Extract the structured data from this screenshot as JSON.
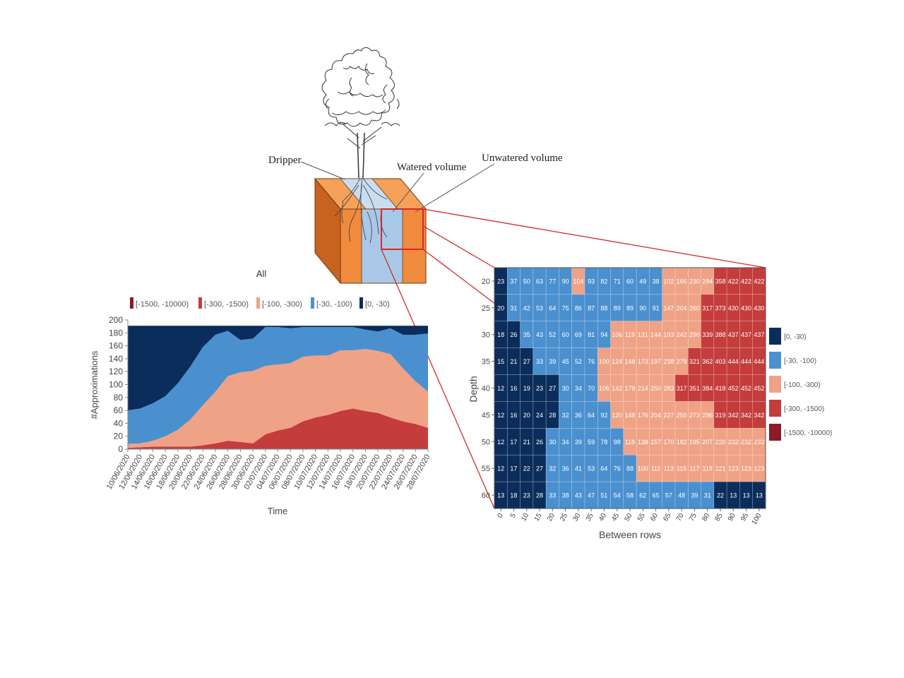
{
  "diagram": {
    "labels": {
      "dripper": "Dripper",
      "watered": "Watered volume",
      "unwatered": "Unwatered volume"
    },
    "colors": {
      "soil_orange": "#f08a3c",
      "soil_dark": "#c8621f",
      "soil_top": "#f5a15a",
      "watered_blue": "#a9c8e8",
      "watered_top": "#c9ddf2",
      "zoom_red": "#d42a2a"
    }
  },
  "chart_data": [
    {
      "type": "area",
      "stacked": true,
      "title": "All",
      "xlabel": "Time",
      "ylabel": "#Approximations",
      "ylim": [
        0,
        200
      ],
      "yticks": [
        0,
        20,
        40,
        60,
        80,
        100,
        120,
        140,
        160,
        180,
        200
      ],
      "grid": false,
      "legend_position": "top",
      "x_tick_labels": [
        "10/06/2020",
        "12/06/2020",
        "14/06/2020",
        "16/06/2020",
        "18/06/2020",
        "20/06/2020",
        "22/06/2020",
        "24/06/2020",
        "26/06/2020",
        "28/06/2020",
        "30/06/2020",
        "02/07/2020",
        "04/07/2020",
        "06/07/2020",
        "08/07/2020",
        "10/07/2020",
        "12/07/2020",
        "14/07/2020",
        "16/07/2020",
        "18/07/2020",
        "20/07/2020",
        "22/07/2020",
        "24/07/2020",
        "26/07/2020",
        "28/07/2020"
      ],
      "x": [
        "10/06/2020",
        "12/06/2020",
        "14/06/2020",
        "16/06/2020",
        "18/06/2020",
        "20/06/2020",
        "22/06/2020",
        "24/06/2020",
        "26/06/2020",
        "28/06/2020",
        "30/06/2020",
        "02/07/2020",
        "04/07/2020",
        "06/07/2020",
        "08/07/2020",
        "10/07/2020",
        "12/07/2020",
        "14/07/2020",
        "16/07/2020",
        "18/07/2020",
        "20/07/2020",
        "22/07/2020",
        "24/07/2020",
        "26/07/2020",
        "28/07/2020"
      ],
      "series": [
        {
          "name": "[-1500, -10000)",
          "color": "#8b1a2b",
          "values": [
            1,
            1,
            1,
            1,
            1,
            1,
            1,
            1,
            1,
            1,
            1,
            1,
            1,
            1,
            1,
            1,
            1,
            1,
            1,
            1,
            1,
            1,
            1,
            1,
            1
          ]
        },
        {
          "name": "[-300, -1500)",
          "color": "#c43c3c",
          "values": [
            1,
            2,
            3,
            3,
            3,
            3,
            5,
            8,
            12,
            10,
            8,
            22,
            28,
            32,
            42,
            48,
            52,
            58,
            62,
            58,
            55,
            48,
            42,
            38,
            32
          ]
        },
        {
          "name": "[-100, -300)",
          "color": "#f0a286",
          "values": [
            6,
            6,
            9,
            16,
            26,
            42,
            62,
            80,
            100,
            108,
            112,
            106,
            102,
            100,
            100,
            96,
            92,
            94,
            90,
            96,
            96,
            98,
            82,
            66,
            56
          ]
        },
        {
          "name": "[-30, -100)",
          "color": "#4a90cf",
          "values": [
            52,
            54,
            58,
            62,
            72,
            82,
            90,
            88,
            70,
            50,
            50,
            60,
            58,
            54,
            46,
            44,
            44,
            36,
            36,
            30,
            30,
            40,
            52,
            72,
            90
          ]
        },
        {
          "name": "[0, -30)",
          "color": "#0b2d5b",
          "values": [
            131,
            128,
            120,
            109,
            89,
            63,
            33,
            14,
            8,
            22,
            20,
            2,
            2,
            4,
            2,
            2,
            2,
            2,
            2,
            6,
            9,
            4,
            14,
            14,
            12
          ]
        }
      ]
    },
    {
      "type": "heatmap",
      "xlabel": "Between rows",
      "ylabel": "Depth",
      "x": [
        0,
        5,
        10,
        15,
        20,
        25,
        30,
        35,
        40,
        45,
        50,
        55,
        60,
        65,
        70,
        75,
        80,
        85,
        90,
        95,
        100
      ],
      "y": [
        20,
        25,
        30,
        35,
        40,
        45,
        50,
        55,
        60
      ],
      "legend_position": "right",
      "legend": [
        {
          "label": "[0, -30)",
          "color": "#0b2d5b"
        },
        {
          "label": "[-30, -100)",
          "color": "#4a90cf"
        },
        {
          "label": "[-100, -300)",
          "color": "#f0a286"
        },
        {
          "label": "[-300, -1500)",
          "color": "#c43c3c"
        },
        {
          "label": "[-1500, -10000)",
          "color": "#8b1a2b"
        }
      ],
      "values": [
        [
          23,
          37,
          50,
          63,
          77,
          90,
          104,
          93,
          82,
          71,
          60,
          49,
          38,
          102,
          166,
          230,
          294,
          358,
          422,
          422,
          422
        ],
        [
          20,
          31,
          42,
          53,
          64,
          75,
          86,
          87,
          88,
          89,
          89,
          90,
          91,
          147,
          204,
          260,
          317,
          373,
          430,
          430,
          430
        ],
        [
          18,
          26,
          35,
          43,
          52,
          60,
          69,
          81,
          94,
          106,
          119,
          131,
          144,
          193,
          242,
          290,
          339,
          388,
          437,
          437,
          437
        ],
        [
          15,
          21,
          27,
          33,
          39,
          45,
          52,
          76,
          100,
          124,
          148,
          173,
          197,
          238,
          279,
          321,
          362,
          403,
          444,
          444,
          444
        ],
        [
          12,
          16,
          19,
          23,
          27,
          30,
          34,
          70,
          106,
          142,
          178,
          214,
          250,
          283,
          317,
          351,
          384,
          418,
          452,
          452,
          452
        ],
        [
          12,
          16,
          20,
          24,
          28,
          32,
          36,
          64,
          92,
          120,
          148,
          176,
          204,
          227,
          250,
          273,
          296,
          319,
          342,
          342,
          342
        ],
        [
          12,
          17,
          21,
          26,
          30,
          34,
          39,
          59,
          78,
          98,
          118,
          138,
          157,
          170,
          182,
          195,
          207,
          220,
          232,
          232,
          232
        ],
        [
          12,
          17,
          22,
          27,
          32,
          36,
          41,
          53,
          64,
          76,
          88,
          100,
          111,
          113,
          115,
          117,
          119,
          121,
          123,
          123,
          123
        ],
        [
          13,
          18,
          23,
          28,
          33,
          38,
          43,
          47,
          51,
          54,
          58,
          62,
          65,
          57,
          48,
          39,
          31,
          22,
          13,
          13,
          13
        ]
      ]
    }
  ]
}
